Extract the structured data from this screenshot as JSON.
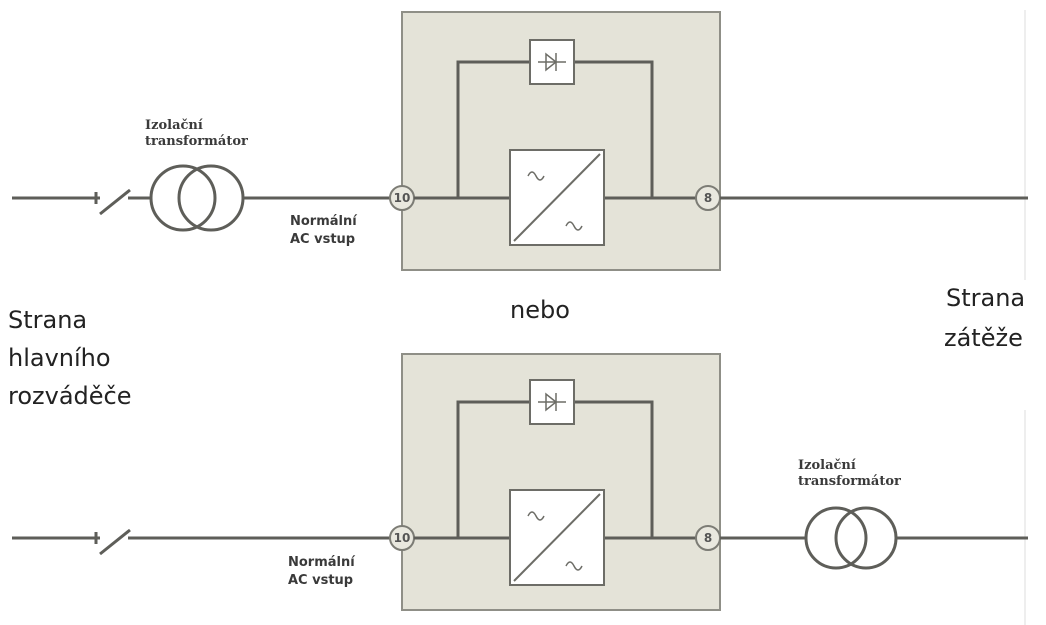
{
  "top": {
    "transformer_label_line1": "Izolační",
    "transformer_label_line2": "transformátor",
    "input_label_line1": "Normální",
    "input_label_line2": "AC vstup",
    "terminal_in": "10",
    "terminal_out": "8"
  },
  "middle": {
    "or_label": "nebo",
    "left_side_line1": "Strana",
    "left_side_line2": "hlavního",
    "left_side_line3": "rozváděče",
    "right_side_line1": "Strana",
    "right_side_line2": "zátěže"
  },
  "bottom": {
    "transformer_label_line1": "Izolační",
    "transformer_label_line2": "transformátor",
    "input_label_line1": "Normální",
    "input_label_line2": "AC vstup",
    "terminal_in": "10",
    "terminal_out": "8"
  }
}
